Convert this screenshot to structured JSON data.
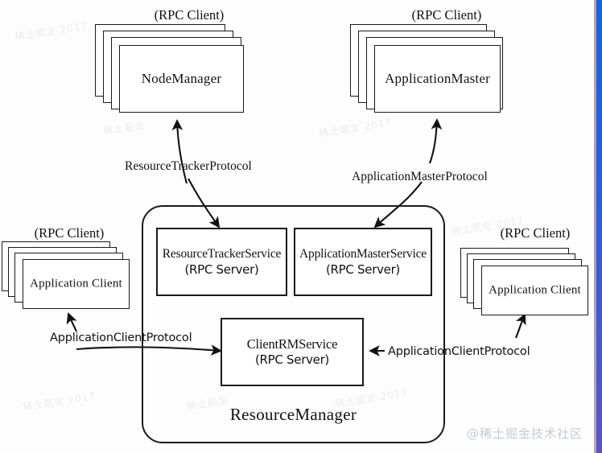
{
  "diagram": {
    "title": "ResourceManager",
    "rpc_client_caption": "(RPC Client)",
    "rpc_server_caption": "(RPC Server)",
    "nodes": {
      "node_manager": {
        "label": "NodeManager",
        "caption": "(RPC Client)"
      },
      "application_master": {
        "label": "ApplicationMaster",
        "caption": "(RPC Client)"
      },
      "app_client_left": {
        "label": "Application Client",
        "caption": "(RPC Client)"
      },
      "app_client_right": {
        "label": "Application Client",
        "caption": "(RPC Client)"
      },
      "resource_tracker_service": {
        "label": "ResourceTrackerService",
        "sub": "(RPC Server)"
      },
      "application_master_service": {
        "label": "ApplicationMasterService",
        "sub": "(RPC Server)"
      },
      "client_rm_service": {
        "label": "ClientRMService",
        "sub": "(RPC Server)"
      }
    },
    "protocols": {
      "resource_tracker": "ResourceTrackerProtocol",
      "application_master": "ApplicationMasterProtocol",
      "application_client_left": "ApplicationClientProtocol",
      "application_client_right": "ApplicationClientProtocol"
    },
    "watermarks": {
      "community": "@稀土掘金技术社区",
      "paper": [
        "稀土掘金 2017",
        "稀土掘金",
        "稀土掘金 2017",
        "稀土掘金 2017",
        "稀土掘金 2017",
        "稀土掘金",
        "稀土掘金 2017"
      ]
    },
    "colors": {
      "stroke": "#1a1a1a",
      "paper": "#fdfdfd",
      "strip_top": "#1464e0",
      "strip_bottom": "#5a54c8",
      "watermark": "#c6cbd2"
    }
  }
}
